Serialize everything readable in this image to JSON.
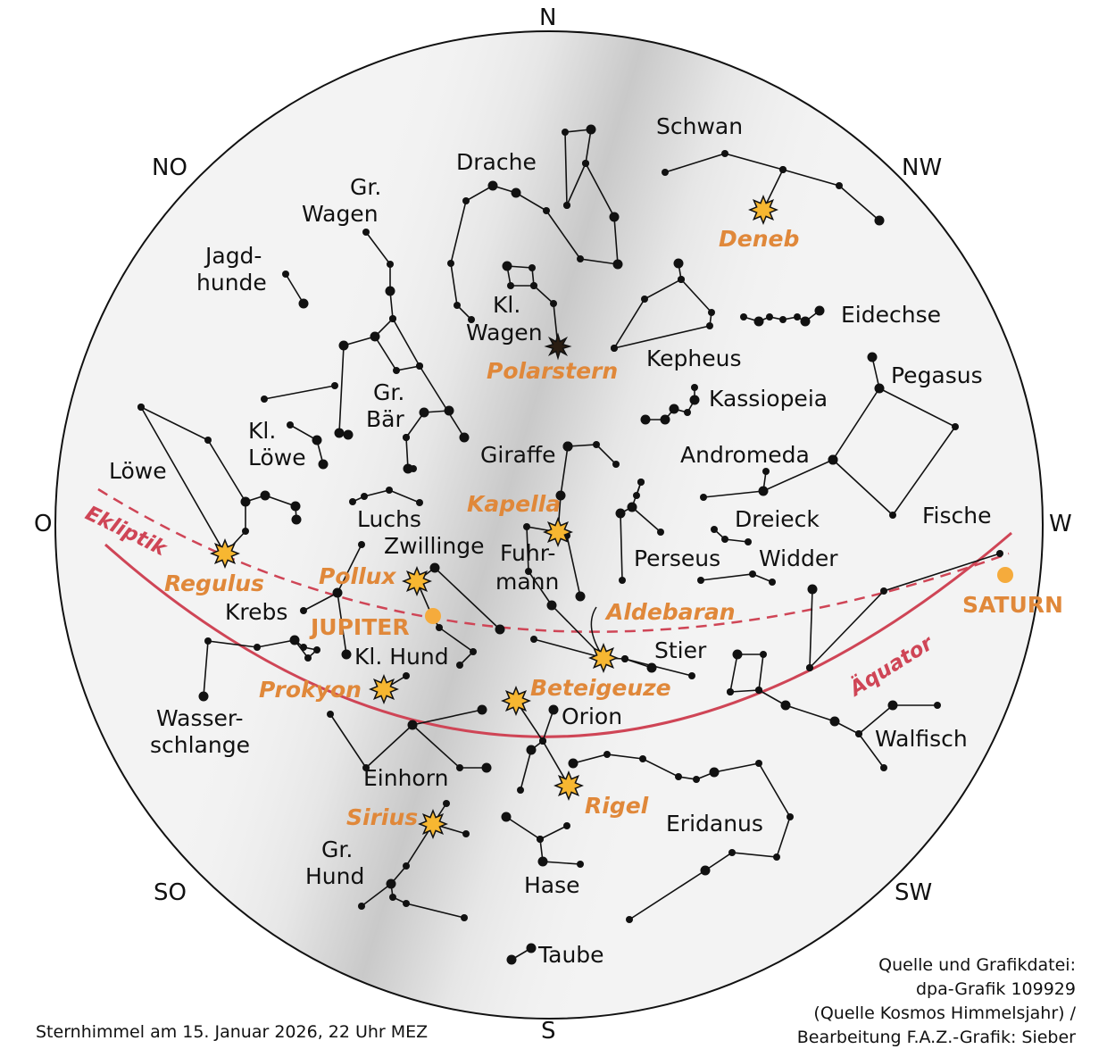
{
  "directions": {
    "n": "N",
    "no": "NO",
    "nw": "NW",
    "o": "O",
    "w": "W",
    "so": "SO",
    "sw": "SW",
    "s": "S"
  },
  "constellations": {
    "schwan": "Schwan",
    "drache": "Drache",
    "gr_wagen_1": "Gr.",
    "gr_wagen_2": "Wagen",
    "jagdhunde_1": "Jagd-",
    "jagdhunde_2": "hunde",
    "kl_wagen_1": "Kl.",
    "kl_wagen_2": "Wagen",
    "eidechse": "Eidechse",
    "kepheus": "Kepheus",
    "kassiopeia": "Kassiopeia",
    "pegasus": "Pegasus",
    "gr_baer_1": "Gr.",
    "gr_baer_2": "Bär",
    "kl_loewe_1": "Kl.",
    "kl_loewe_2": "Löwe",
    "loewe": "Löwe",
    "giraffe": "Giraffe",
    "andromeda": "Andromeda",
    "luchs": "Luchs",
    "zwillinge": "Zwillinge",
    "fuhrmann_1": "Fuhr-",
    "fuhrmann_2": "mann",
    "dreieck": "Dreieck",
    "fische": "Fische",
    "perseus": "Perseus",
    "widder": "Widder",
    "krebs": "Krebs",
    "kl_hund": "Kl. Hund",
    "stier": "Stier",
    "wasserschlange_1": "Wasser-",
    "wasserschlange_2": "schlange",
    "orion": "Orion",
    "walfisch": "Walfisch",
    "einhorn": "Einhorn",
    "eridanus": "Eridanus",
    "gr_hund_1": "Gr.",
    "gr_hund_2": "Hund",
    "hase": "Hase",
    "taube": "Taube"
  },
  "stars": {
    "deneb": "Deneb",
    "polarstern": "Polarstern",
    "kapella": "Kapella",
    "regulus": "Regulus",
    "pollux": "Pollux",
    "aldebaran": "Aldebaran",
    "prokyon": "Prokyon",
    "beteigeuze": "Beteigeuze",
    "rigel": "Rigel",
    "sirius": "Sirius"
  },
  "planets": {
    "jupiter": "JUPITER",
    "saturn": "SATURN"
  },
  "lines": {
    "ecliptic": "Ekliptik",
    "equator": "Äquator"
  },
  "caption": "Sternhimmel am 15. Januar 2026, 22 Uhr MEZ",
  "credits": [
    "Quelle und Grafikdatei:",
    "dpa-Grafik 109929",
    "(Quelle Kosmos Himmelsjahr) /",
    "Bearbeitung F.A.Z.-Grafik: Sieber"
  ],
  "colors": {
    "star_label": "#e0883a",
    "star_fill": "#f7b731",
    "line": "#cf4556",
    "planet": "#f5ab3c"
  }
}
